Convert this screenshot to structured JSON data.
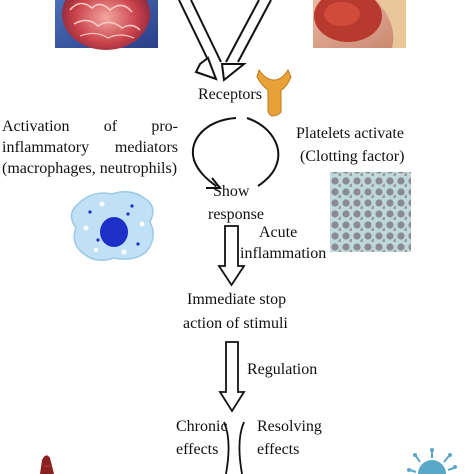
{
  "labels": {
    "receptors": "Receptors",
    "activation_words_line1": [
      "Activation",
      "of",
      "pro-"
    ],
    "activation_words_line2": [
      "inflammatory",
      "mediators"
    ],
    "activation_line3": "(macrophages, neutrophils)",
    "platelets_line1": "Platelets activate",
    "platelets_line2": "(Clotting factor)",
    "show": "Show",
    "response": "response",
    "acute": "Acute",
    "inflammation": "inflammation",
    "immediate_line1": "Immediate stop",
    "immediate_line2": "action of stimuli",
    "regulation": "Regulation",
    "chronic": "Chronic",
    "effects_left": "effects",
    "resolving": "Resolving",
    "effects_right": "effects"
  },
  "images": {
    "brain": "brain-image",
    "wound": "wound-image",
    "receptor": "receptor-icon",
    "macrophage": "macrophage-cell-image",
    "platelets": "platelets-micrograph-image",
    "bottom_left": "tissue-fragment-image",
    "bottom_right": "virus-particle-image"
  },
  "colors": {
    "receptor": "#E8A23A",
    "cell_body": "#BFE0F5",
    "nucleus": "#1E2FC8",
    "platelet_bg": "#BFD8DA",
    "platelet_cell": "#8A8A92"
  }
}
